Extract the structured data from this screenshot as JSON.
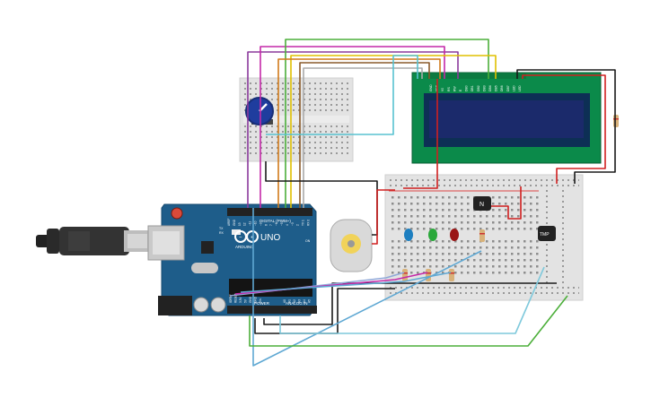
{
  "arduino": {
    "model": "UNO",
    "brand": "ARDUINO",
    "digital_header": "DIGITAL (PWM~)",
    "power_header": "POWER",
    "analog_header": "ANALOG IN",
    "digital_pins": [
      "AREF",
      "GND",
      "13",
      "12",
      "~11",
      "~10",
      "~9",
      "8",
      "7",
      "~6",
      "~5",
      "4",
      "~3",
      "2",
      "TX 1",
      "RX 0"
    ],
    "analog_pins": [
      "A0",
      "A1",
      "A2",
      "A3",
      "A4",
      "A5"
    ],
    "power_pins": [
      "IOREF",
      "RESET",
      "3.3V",
      "5V",
      "GND",
      "GND",
      "Vin"
    ],
    "tx_label": "TX",
    "rx_label": "RX",
    "on_label": "ON"
  },
  "lcd": {
    "pin_labels": [
      "GND",
      "VCC",
      "V0",
      "RS",
      "RW",
      "E",
      "DB0",
      "DB1",
      "DB2",
      "DB3",
      "DB4",
      "DB5",
      "DB6",
      "DB7",
      "LED",
      "LED"
    ]
  },
  "components": {
    "transistor_label": "N",
    "temp_sensor_label": "TMP"
  },
  "colors": {
    "board": "#1e5d8a",
    "breadboard": "#e3e3e3",
    "lcd_frame": "#0b8a4a",
    "lcd_screen": "#1b2a6b",
    "wire_purple": "#8b3a9c",
    "wire_magenta": "#c428a8",
    "wire_green": "#4caf3a",
    "wire_yellow": "#e0c000",
    "wire_orange": "#d07a1a",
    "wire_brown": "#8a5a2a",
    "wire_cyan": "#58c2d0",
    "wire_black": "#1a1a1a",
    "wire_red": "#d02020",
    "wire_gray": "#aaaaaa"
  }
}
